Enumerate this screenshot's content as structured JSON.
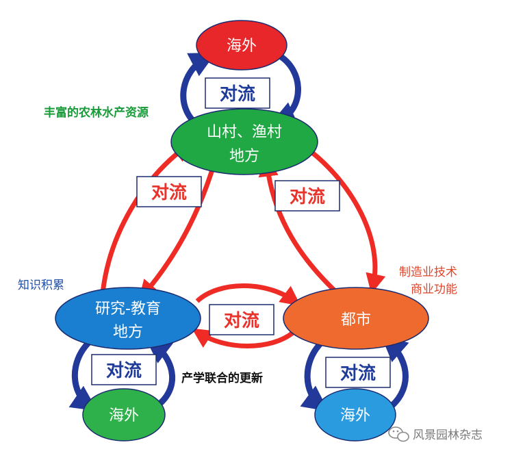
{
  "nodes": {
    "overseas_top": "海外",
    "rural_line1": "山村、渔村",
    "rural_line2": "地方",
    "research_line1": "研究-教育",
    "research_line2": "地方",
    "city": "都市",
    "overseas_left": "海外",
    "overseas_right": "海外"
  },
  "flow_label": "对流",
  "annotations": {
    "rural_resources": "丰富的农林水产资源",
    "knowledge": "知识积累",
    "manufacturing_line1": "制造业技术",
    "manufacturing_line2": "商业功能",
    "industry_academia": "产学联合的更新"
  },
  "watermark": "风景园林杂志",
  "colors": {
    "overseas_top": "#e8272a",
    "rural": "#1fa844",
    "research": "#1a7fd1",
    "city": "#ee6a2e",
    "overseas_left": "#2eb04a",
    "overseas_right": "#2b9be0",
    "red_arrow": "#ee2b24",
    "blue_arrow": "#23399a"
  }
}
